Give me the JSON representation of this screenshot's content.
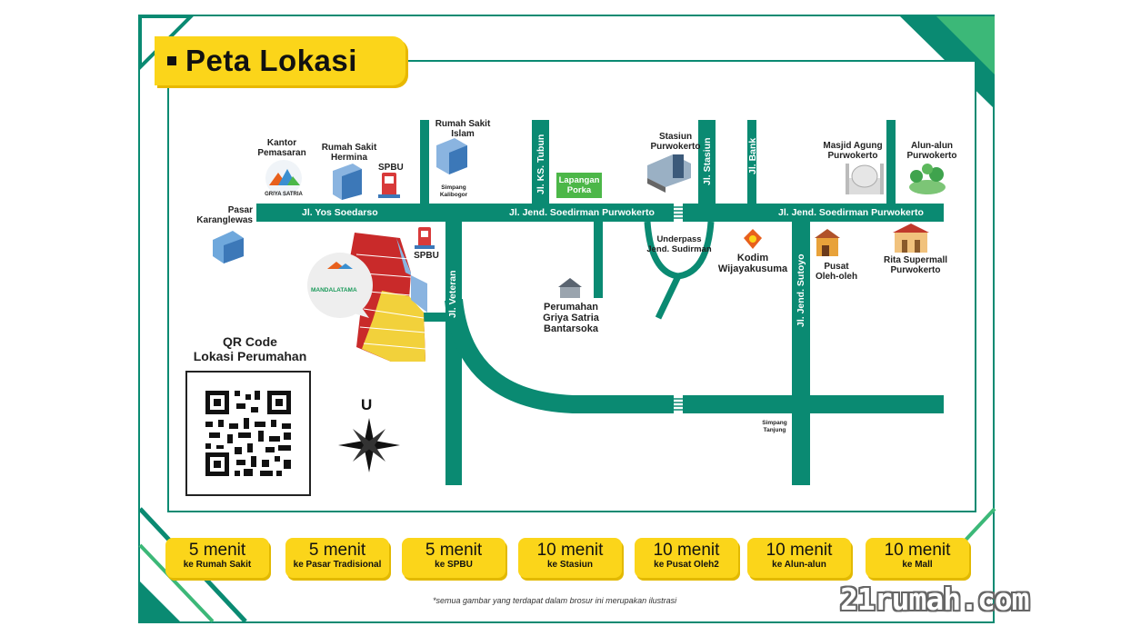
{
  "title": "Peta Lokasi",
  "roads": {
    "yos_soedarso": "Jl. Yos Soedarso",
    "soedirman_1": "Jl. Jend. Soedirman Purwokerto",
    "soedirman_2": "Jl. Jend. Soedirman Purwokerto",
    "ks_tubun": "Jl. KS. Tubun",
    "stasiun": "Jl. Stasiun",
    "bank": "Jl. Bank",
    "veteran": "Jl. Veteran",
    "sutoyo": "Jl. Jend. Sutoyo"
  },
  "places": {
    "pasar": [
      "Pasar",
      "Karanglewas"
    ],
    "kantor": [
      "Kantor",
      "Pemasaran"
    ],
    "griya_logo": "GRIYA SATRIA",
    "hermina": [
      "Rumah Sakit",
      "Hermina"
    ],
    "spbu_top": "SPBU",
    "rs_islam": [
      "Rumah Sakit",
      "Islam"
    ],
    "simpang_kalibogor": [
      "Simpang",
      "Kalibogor"
    ],
    "lapangan": [
      "Lapangan",
      "Porka"
    ],
    "stasiun": [
      "Stasiun",
      "Purwokerto"
    ],
    "masjid": [
      "Masjid Agung",
      "Purwokerto"
    ],
    "alun": [
      "Alun-alun",
      "Purwokerto"
    ],
    "spbu_bottom": "SPBU",
    "underpass": [
      "Underpass",
      "Jend. Sudirman"
    ],
    "kodim": [
      "Kodim",
      "Wijayakusuma"
    ],
    "pusat": [
      "Pusat",
      "Oleh-oleh"
    ],
    "rita": [
      "Rita Supermall",
      "Purwokerto"
    ],
    "perumahan": [
      "Perumahan",
      "Griya Satria",
      "Bantarsoka"
    ],
    "simpang_tanjung": [
      "Simpang",
      "Tanjung"
    ],
    "site_logo": "MANDALATAMA"
  },
  "qr": {
    "title_line1": "QR Code",
    "title_line2": "Lokasi Perumahan"
  },
  "compass": "U",
  "pills": [
    {
      "time": "5 menit",
      "dest": "ke Rumah Sakit"
    },
    {
      "time": "5 menit",
      "dest": "ke Pasar Tradisional"
    },
    {
      "time": "5 menit",
      "dest": "ke SPBU"
    },
    {
      "time": "10 menit",
      "dest": "ke Stasiun"
    },
    {
      "time": "10 menit",
      "dest": "ke Pusat Oleh2"
    },
    {
      "time": "10 menit",
      "dest": "ke Alun-alun"
    },
    {
      "time": "10 menit",
      "dest": "ke Mall"
    }
  ],
  "note": "*semua gambar yang terdapat dalam brosur ini merupakan ilustrasi",
  "watermark": "21rumah.com",
  "colors": {
    "road": "#0a8a72",
    "accent": "#fbd51a",
    "green": "#4cb748"
  }
}
